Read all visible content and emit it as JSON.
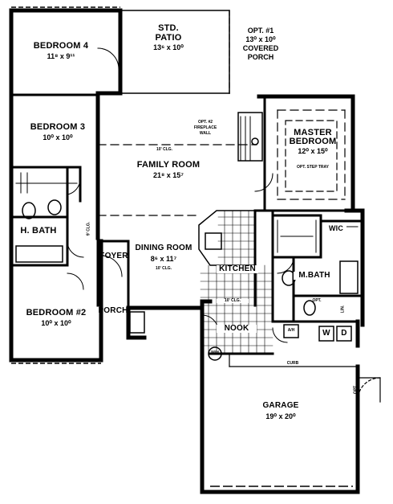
{
  "rooms": {
    "bedroom4": {
      "name": "BEDROOM 4",
      "dims": "11⁸ x 9¹¹"
    },
    "patio": {
      "name1": "STD.",
      "name2": "PATIO",
      "dims": "13⁶ x 10⁰"
    },
    "covered_porch": {
      "line1": "OPT. #1",
      "line2": "13⁰ x 10⁰",
      "line3": "COVERED",
      "line4": "PORCH"
    },
    "bedroom3": {
      "name": "BEDROOM 3",
      "dims": "10⁰ x 10⁰"
    },
    "family_room": {
      "name": "FAMILY ROOM",
      "dims": "21⁸ x 15⁷",
      "ceiling": "10' CLG."
    },
    "fireplace": {
      "line1": "OPT. #2",
      "line2": "FIREPLACE",
      "line3": "WALL"
    },
    "master_bedroom": {
      "name1": "MASTER",
      "name2": "BEDROOM",
      "dims": "12⁰ x 15⁰",
      "option": "OPT. STEP TRAY"
    },
    "hall_bath": {
      "name": "H. BATH"
    },
    "clg": {
      "text": "9' CLG."
    },
    "foyer": {
      "name": "FOYER"
    },
    "dining": {
      "name": "DINING ROOM",
      "dims": "8⁶ x 11⁷",
      "ceiling": "10' CLG."
    },
    "kitchen": {
      "name": "KITCHEN"
    },
    "wic": {
      "name": "WIC"
    },
    "master_bath": {
      "name": "M.BATH"
    },
    "bedroom2": {
      "name": "BEDROOM #2",
      "dims": "10⁰ x 10⁰"
    },
    "porch": {
      "name": "PORCH"
    },
    "nook": {
      "name": "NOOK",
      "ceiling": "10' CLG."
    },
    "laundry": {
      "opt": "OPT.",
      "lin": "LIN."
    },
    "wd": {
      "w": "W",
      "d": "D"
    },
    "wh": {
      "text": "W/H"
    },
    "ah": {
      "text": "A/H"
    },
    "curb": {
      "text": "CURB"
    },
    "garage": {
      "name": "GARAGE",
      "dims": "19⁰ x 20⁰"
    },
    "opt_door": {
      "text": "OPT."
    }
  }
}
